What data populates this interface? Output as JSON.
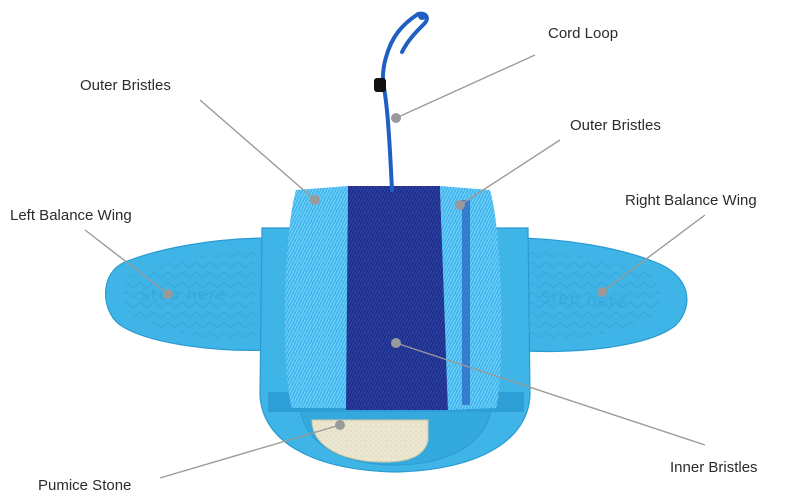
{
  "labels": {
    "cord_loop": "Cord Loop",
    "outer_bristles_left": "Outer Bristles",
    "outer_bristles_right": "Outer Bristles",
    "left_balance_wing": "Left Balance Wing",
    "right_balance_wing": "Right Balance Wing",
    "inner_bristles": "Inner Bristles",
    "pumice_stone": "Pumice Stone"
  },
  "product": {
    "step_text_left": "Step here",
    "step_text_right": "Step here"
  },
  "colors": {
    "body_blue": "#3fb4e6",
    "body_shadow": "#2a9bd0",
    "light_bristle": "#3fb6ef",
    "dark_bristle": "#1f2f86",
    "cord": "#1f5fc2",
    "pumice": "#ebe6cf",
    "leader": "#9a9a9a",
    "label_text": "#2b2b2b"
  }
}
